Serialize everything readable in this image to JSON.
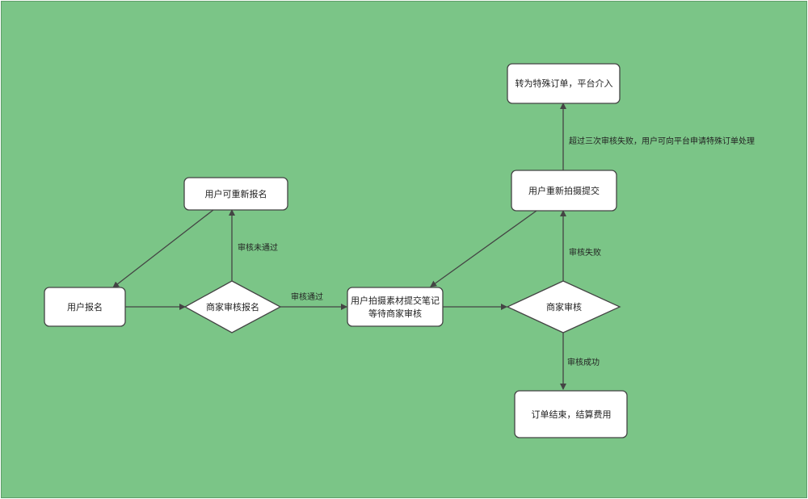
{
  "nodes": {
    "user_signup": "用户报名",
    "merchant_review_signup": "商家审核报名",
    "user_resignup": "用户可重新报名",
    "user_shoot_line1": "用户拍摄素材提交笔记",
    "user_shoot_line2": "等待商家审核",
    "merchant_review": "商家审核",
    "user_reshoot": "用户重新拍摄提交",
    "special_order": "转为特殊订单，平台介入",
    "order_complete": "订单结束，结算费用"
  },
  "edges": {
    "review_failed": "审核未通过",
    "review_passed": "审核通过",
    "audit_failed": "审核失败",
    "audit_success": "审核成功",
    "three_failures": "超过三次审核失败，用户可向平台申请特殊订单处理"
  },
  "colors": {
    "background": "#7bc587",
    "node_fill": "#ffffff",
    "node_stroke": "#444444",
    "edge": "#444444"
  }
}
